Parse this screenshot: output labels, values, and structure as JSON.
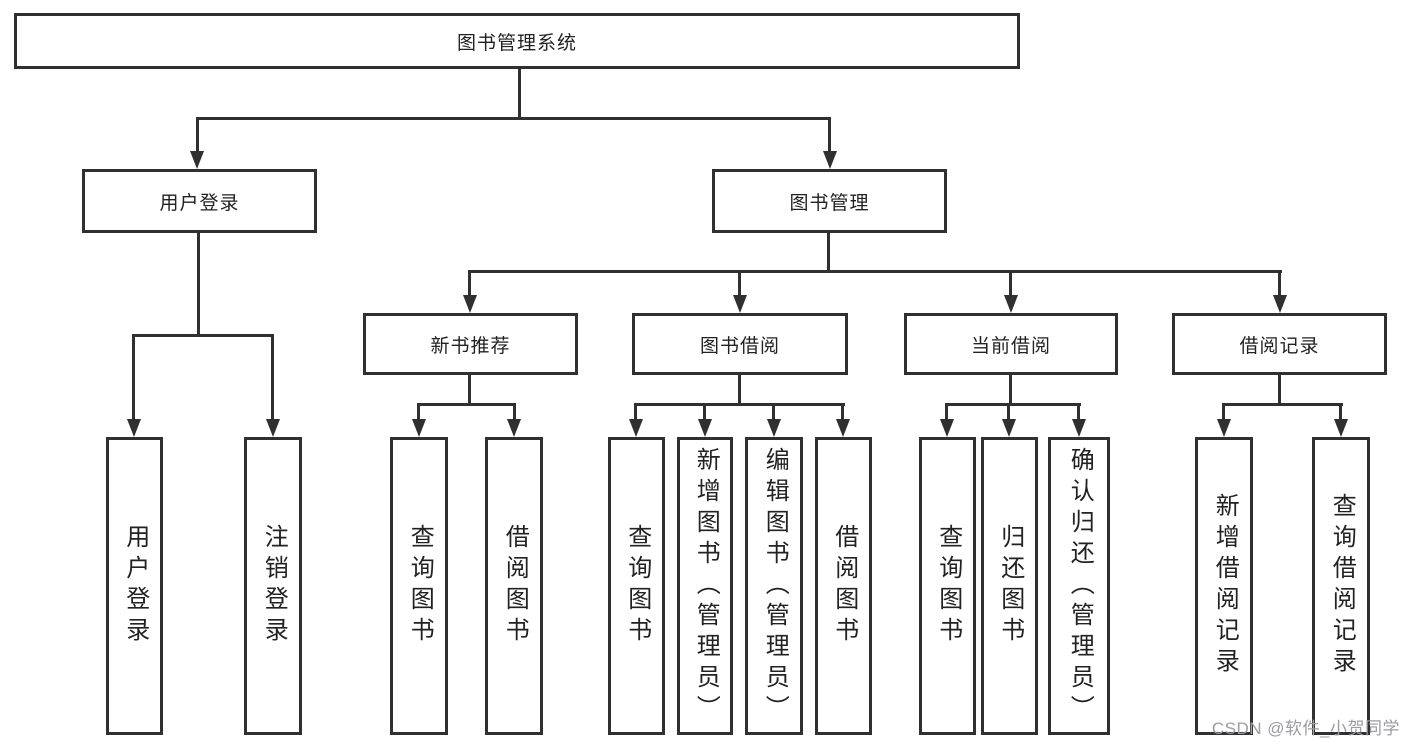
{
  "diagram": {
    "root": {
      "label": "图书管理系统"
    },
    "level2": [
      {
        "label": "用户登录"
      },
      {
        "label": "图书管理"
      }
    ],
    "level3": [
      {
        "label": "新书推荐"
      },
      {
        "label": "图书借阅"
      },
      {
        "label": "当前借阅"
      },
      {
        "label": "借阅记录"
      }
    ],
    "leaves": [
      {
        "label": "用户登录"
      },
      {
        "label": "注销登录"
      },
      {
        "label": "查询图书"
      },
      {
        "label": "借阅图书"
      },
      {
        "label": "查询图书"
      },
      {
        "label": "新增图书（管理员）"
      },
      {
        "label": "编辑图书（管理员）"
      },
      {
        "label": "借阅图书"
      },
      {
        "label": "查询图书"
      },
      {
        "label": "归还图书"
      },
      {
        "label": "确认归还（管理员）"
      },
      {
        "label": "新增借阅记录"
      },
      {
        "label": "查询借阅记录"
      }
    ]
  },
  "watermark": "CSDN @软件_小贺同学",
  "colors": {
    "line": "#303030",
    "text": "#222222",
    "watermark": "#9c9ca2",
    "background": "#ffffff"
  }
}
